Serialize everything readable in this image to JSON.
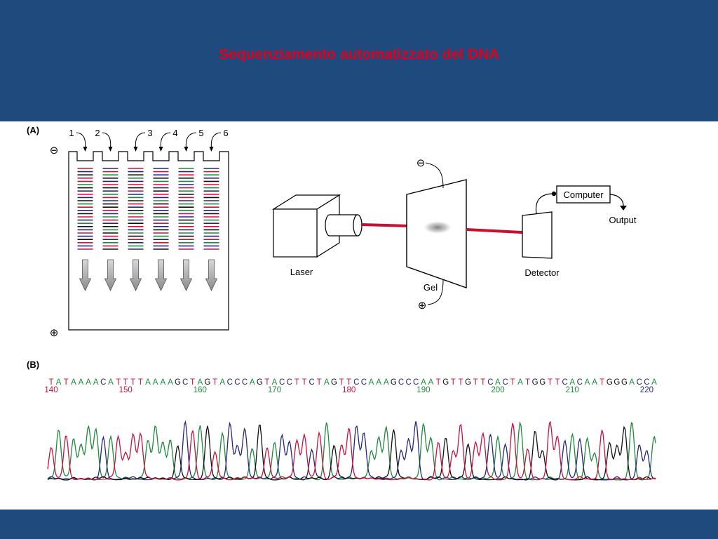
{
  "slide": {
    "title": "Sequenziamento automatizzato del DNA"
  },
  "colors": {
    "band": "#1f4a7e",
    "title": "#e0001b",
    "A": "#1f8a3c",
    "C": "#27277a",
    "G": "#111111",
    "T": "#d0103a",
    "laser": "#c8102e"
  },
  "panel_a": {
    "label": "(A)",
    "lane_numbers": [
      "1",
      "2",
      "3",
      "4",
      "5",
      "6"
    ],
    "minus_symbol": "⊖",
    "plus_symbol": "⊕",
    "band_colors": [
      [
        "T",
        "C",
        "G",
        "T",
        "T",
        "A",
        "G",
        "C",
        "T",
        "C",
        "G",
        "A",
        "T",
        "C",
        "G",
        "T",
        "C",
        "A",
        "G",
        "C",
        "T",
        "C",
        "G",
        "T",
        "C",
        "T"
      ],
      [
        "C",
        "T",
        "A",
        "G",
        "C",
        "T",
        "G",
        "C",
        "A",
        "T",
        "C",
        "G",
        "G",
        "T",
        "C",
        "A",
        "T",
        "C",
        "G",
        "A",
        "G",
        "T",
        "C",
        "A",
        "T",
        "G"
      ],
      [
        "T",
        "C",
        "G",
        "A",
        "C",
        "T",
        "G",
        "T",
        "C",
        "A",
        "G",
        "T",
        "C",
        "G",
        "A",
        "T",
        "C",
        "G",
        "T",
        "C",
        "A",
        "G",
        "T",
        "C",
        "A",
        "C"
      ],
      [
        "C",
        "T",
        "C",
        "G",
        "A",
        "T",
        "C",
        "G",
        "T",
        "C",
        "A",
        "G",
        "T",
        "C",
        "G",
        "A",
        "C",
        "T",
        "C",
        "G",
        "T",
        "A",
        "C",
        "T",
        "C",
        "G"
      ],
      [
        "A",
        "C",
        "T",
        "G",
        "A",
        "C",
        "T",
        "A",
        "G",
        "T",
        "C",
        "A",
        "G",
        "A",
        "T",
        "C",
        "G",
        "A",
        "T",
        "C",
        "A",
        "G",
        "T",
        "A",
        "C",
        "T"
      ],
      [
        "C",
        "T",
        "A",
        "C",
        "G",
        "T",
        "A",
        "C",
        "T",
        "G",
        "C",
        "A",
        "T",
        "C",
        "G",
        "T",
        "A",
        "C",
        "T",
        "G",
        "A",
        "C",
        "T",
        "A",
        "C",
        "T"
      ]
    ],
    "laser_label": "Laser",
    "gel_label": "Gel",
    "detector_label": "Detector",
    "computer_label": "Computer",
    "output_label": "Output"
  },
  "panel_b": {
    "label": "(B)",
    "sequence": "TATAAAACATTTTAAAAGCTAGTACCCAGTACCTTCTAGTTCCAAAGCCCAATGTTGTTCACTATGGTTCACAATGGGACCA",
    "position_labels": [
      {
        "text": "140",
        "base": "T"
      },
      {
        "text": "150",
        "base": "T"
      },
      {
        "text": "160",
        "base": "A"
      },
      {
        "text": "170",
        "base": "A"
      },
      {
        "text": "180",
        "base": "T"
      },
      {
        "text": "190",
        "base": "A"
      },
      {
        "text": "200",
        "base": "A"
      },
      {
        "text": "210",
        "base": "A"
      },
      {
        "text": "220",
        "base": "C"
      }
    ]
  }
}
